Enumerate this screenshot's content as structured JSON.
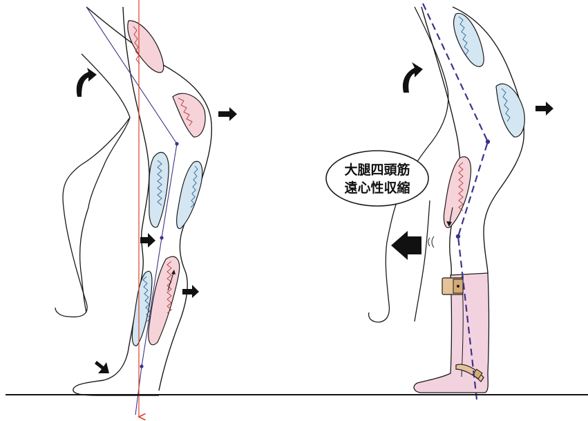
{
  "callout": {
    "line1": "大腿四頭筋",
    "line2": "遠心性収縮"
  },
  "colors": {
    "outline": "#1a1a1a",
    "muscle_pink_fill": "#f6d3d8",
    "muscle_pink_stroke": "#b8444c",
    "muscle_blue_fill": "#d3e6f2",
    "muscle_blue_stroke": "#3c6f9a",
    "axis_line": "#3b3388",
    "gravity_line": "#e0402a",
    "brace_fill": "#f3d2df",
    "strap_fill": "#e4c39a",
    "ground": "#111111"
  },
  "icons": {
    "arrow": "filled-black-arrow",
    "curved_arrow": "curved-black-arrow"
  }
}
